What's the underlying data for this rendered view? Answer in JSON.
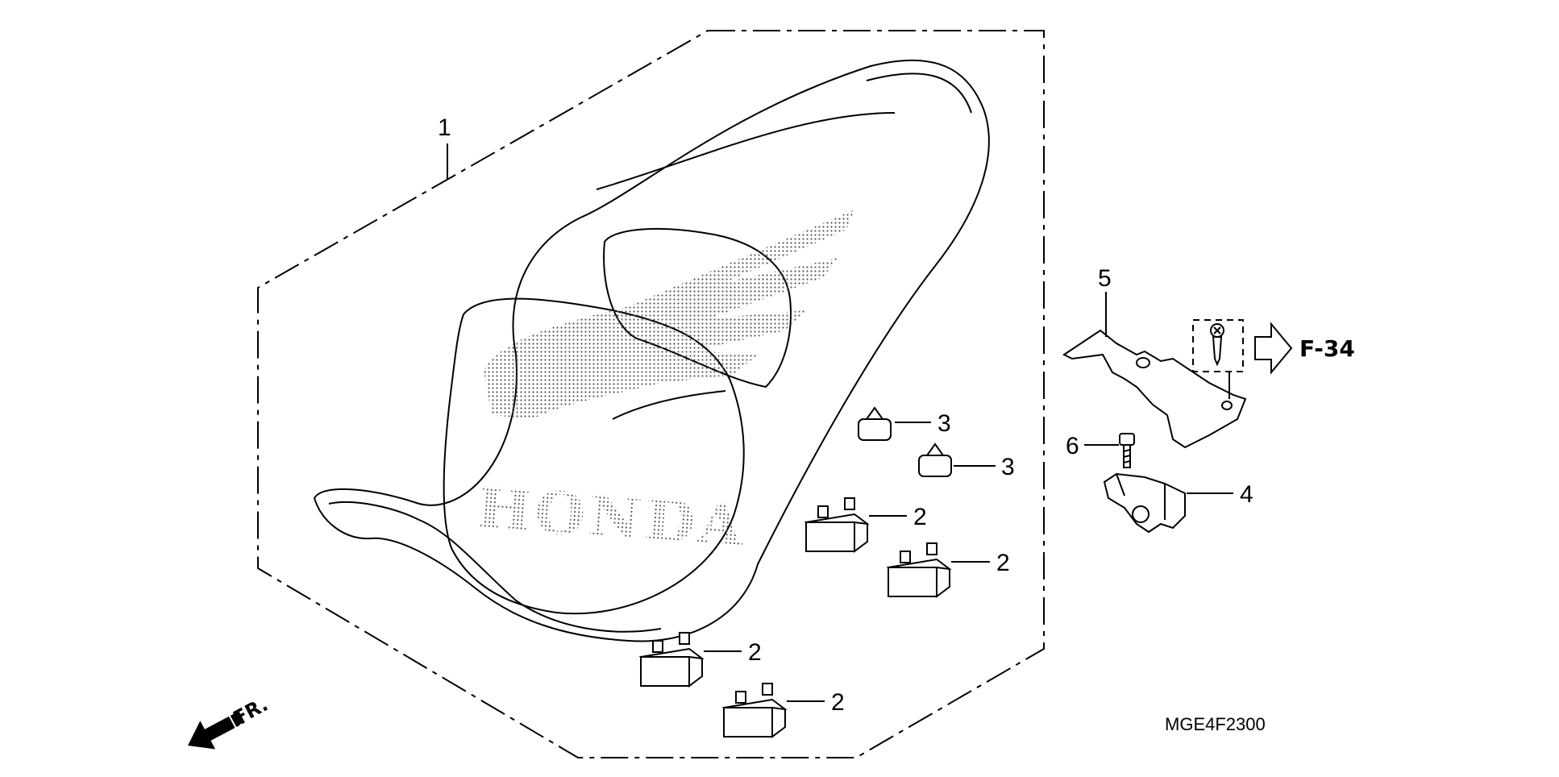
{
  "diagram": {
    "callouts": [
      "1",
      "2",
      "2",
      "2",
      "2",
      "3",
      "3",
      "4",
      "5",
      "6"
    ],
    "reference": "F-34",
    "drawing_code": "MGE4F2300",
    "direction": "FR.",
    "logo_text": "HONDA"
  }
}
